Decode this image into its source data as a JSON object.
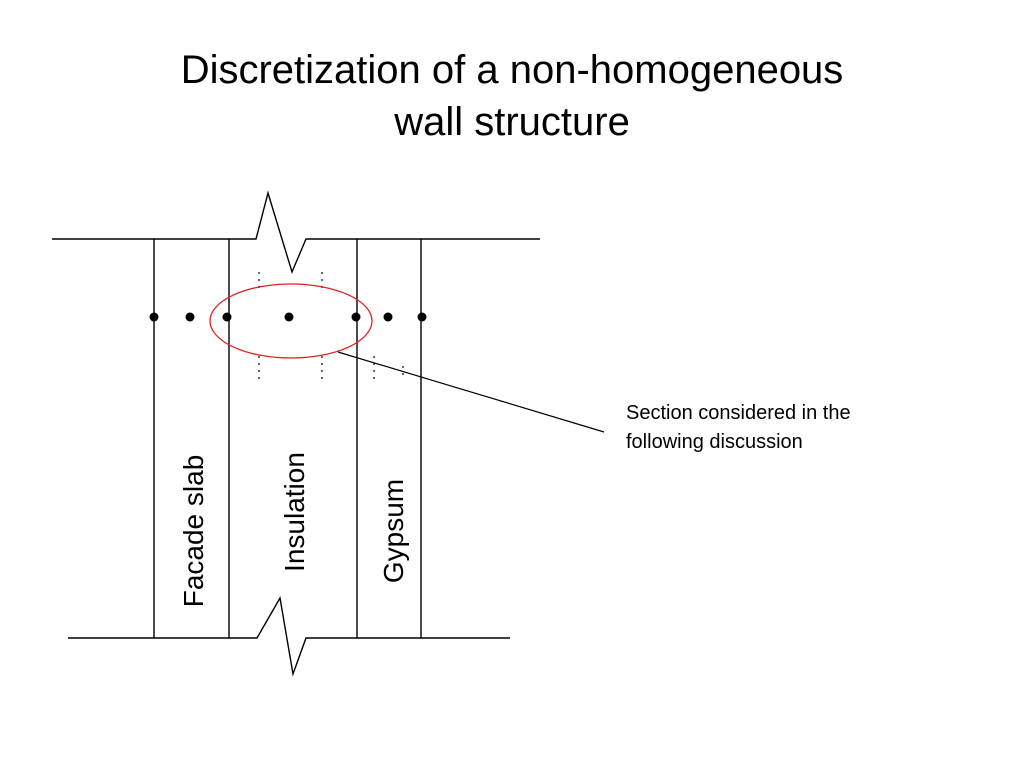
{
  "slide": {
    "title_line1": "Discretization of a non-homogeneous",
    "title_line2": "wall structure"
  },
  "layers": [
    {
      "label": "Facade slab"
    },
    {
      "label": "Insulation"
    },
    {
      "label": "Gypsum"
    }
  ],
  "callout": {
    "line1": "Section considered in the",
    "line2": "following discussion"
  },
  "colors": {
    "line": "#000000",
    "highlight_ellipse": "#e02020",
    "background": "#ffffff"
  }
}
